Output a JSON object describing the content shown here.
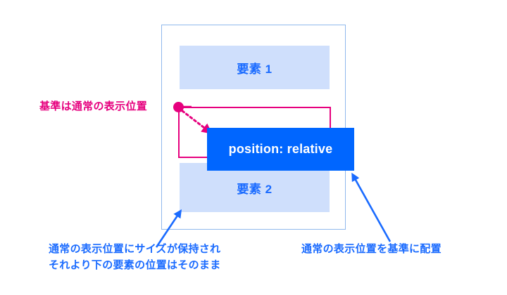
{
  "diagram": {
    "title_concept": "position: relative",
    "container": {
      "name": "parent-container",
      "border_color": "#8fb8ec"
    },
    "flow_boxes": [
      {
        "label": "要素 1",
        "fill": "#cfdffc",
        "text_color": "#1a6bff"
      },
      {
        "label": "要素 2",
        "fill": "#cfdffc",
        "text_color": "#1a6bff"
      }
    ],
    "relative_box": {
      "label": "position: relative",
      "fill": "#0066ff",
      "text_color": "#ffffff"
    },
    "ghost_outline": {
      "stroke": "#e6007e",
      "dot_color": "#e6007e"
    },
    "annotations": {
      "origin": {
        "text": "基準は通常の表示位置",
        "color": "#e6007e"
      },
      "bottom_left": {
        "line1": "通常の表示位置にサイズが保持され",
        "line2": "それより下の要素の位置はそのまま",
        "color": "#1a6bff"
      },
      "bottom_right": {
        "text": "通常の表示位置を基準に配置",
        "color": "#1a6bff"
      }
    },
    "arrows": {
      "offset_arrow_color": "#e6007e",
      "callout_arrow_color": "#1a6bff"
    }
  }
}
